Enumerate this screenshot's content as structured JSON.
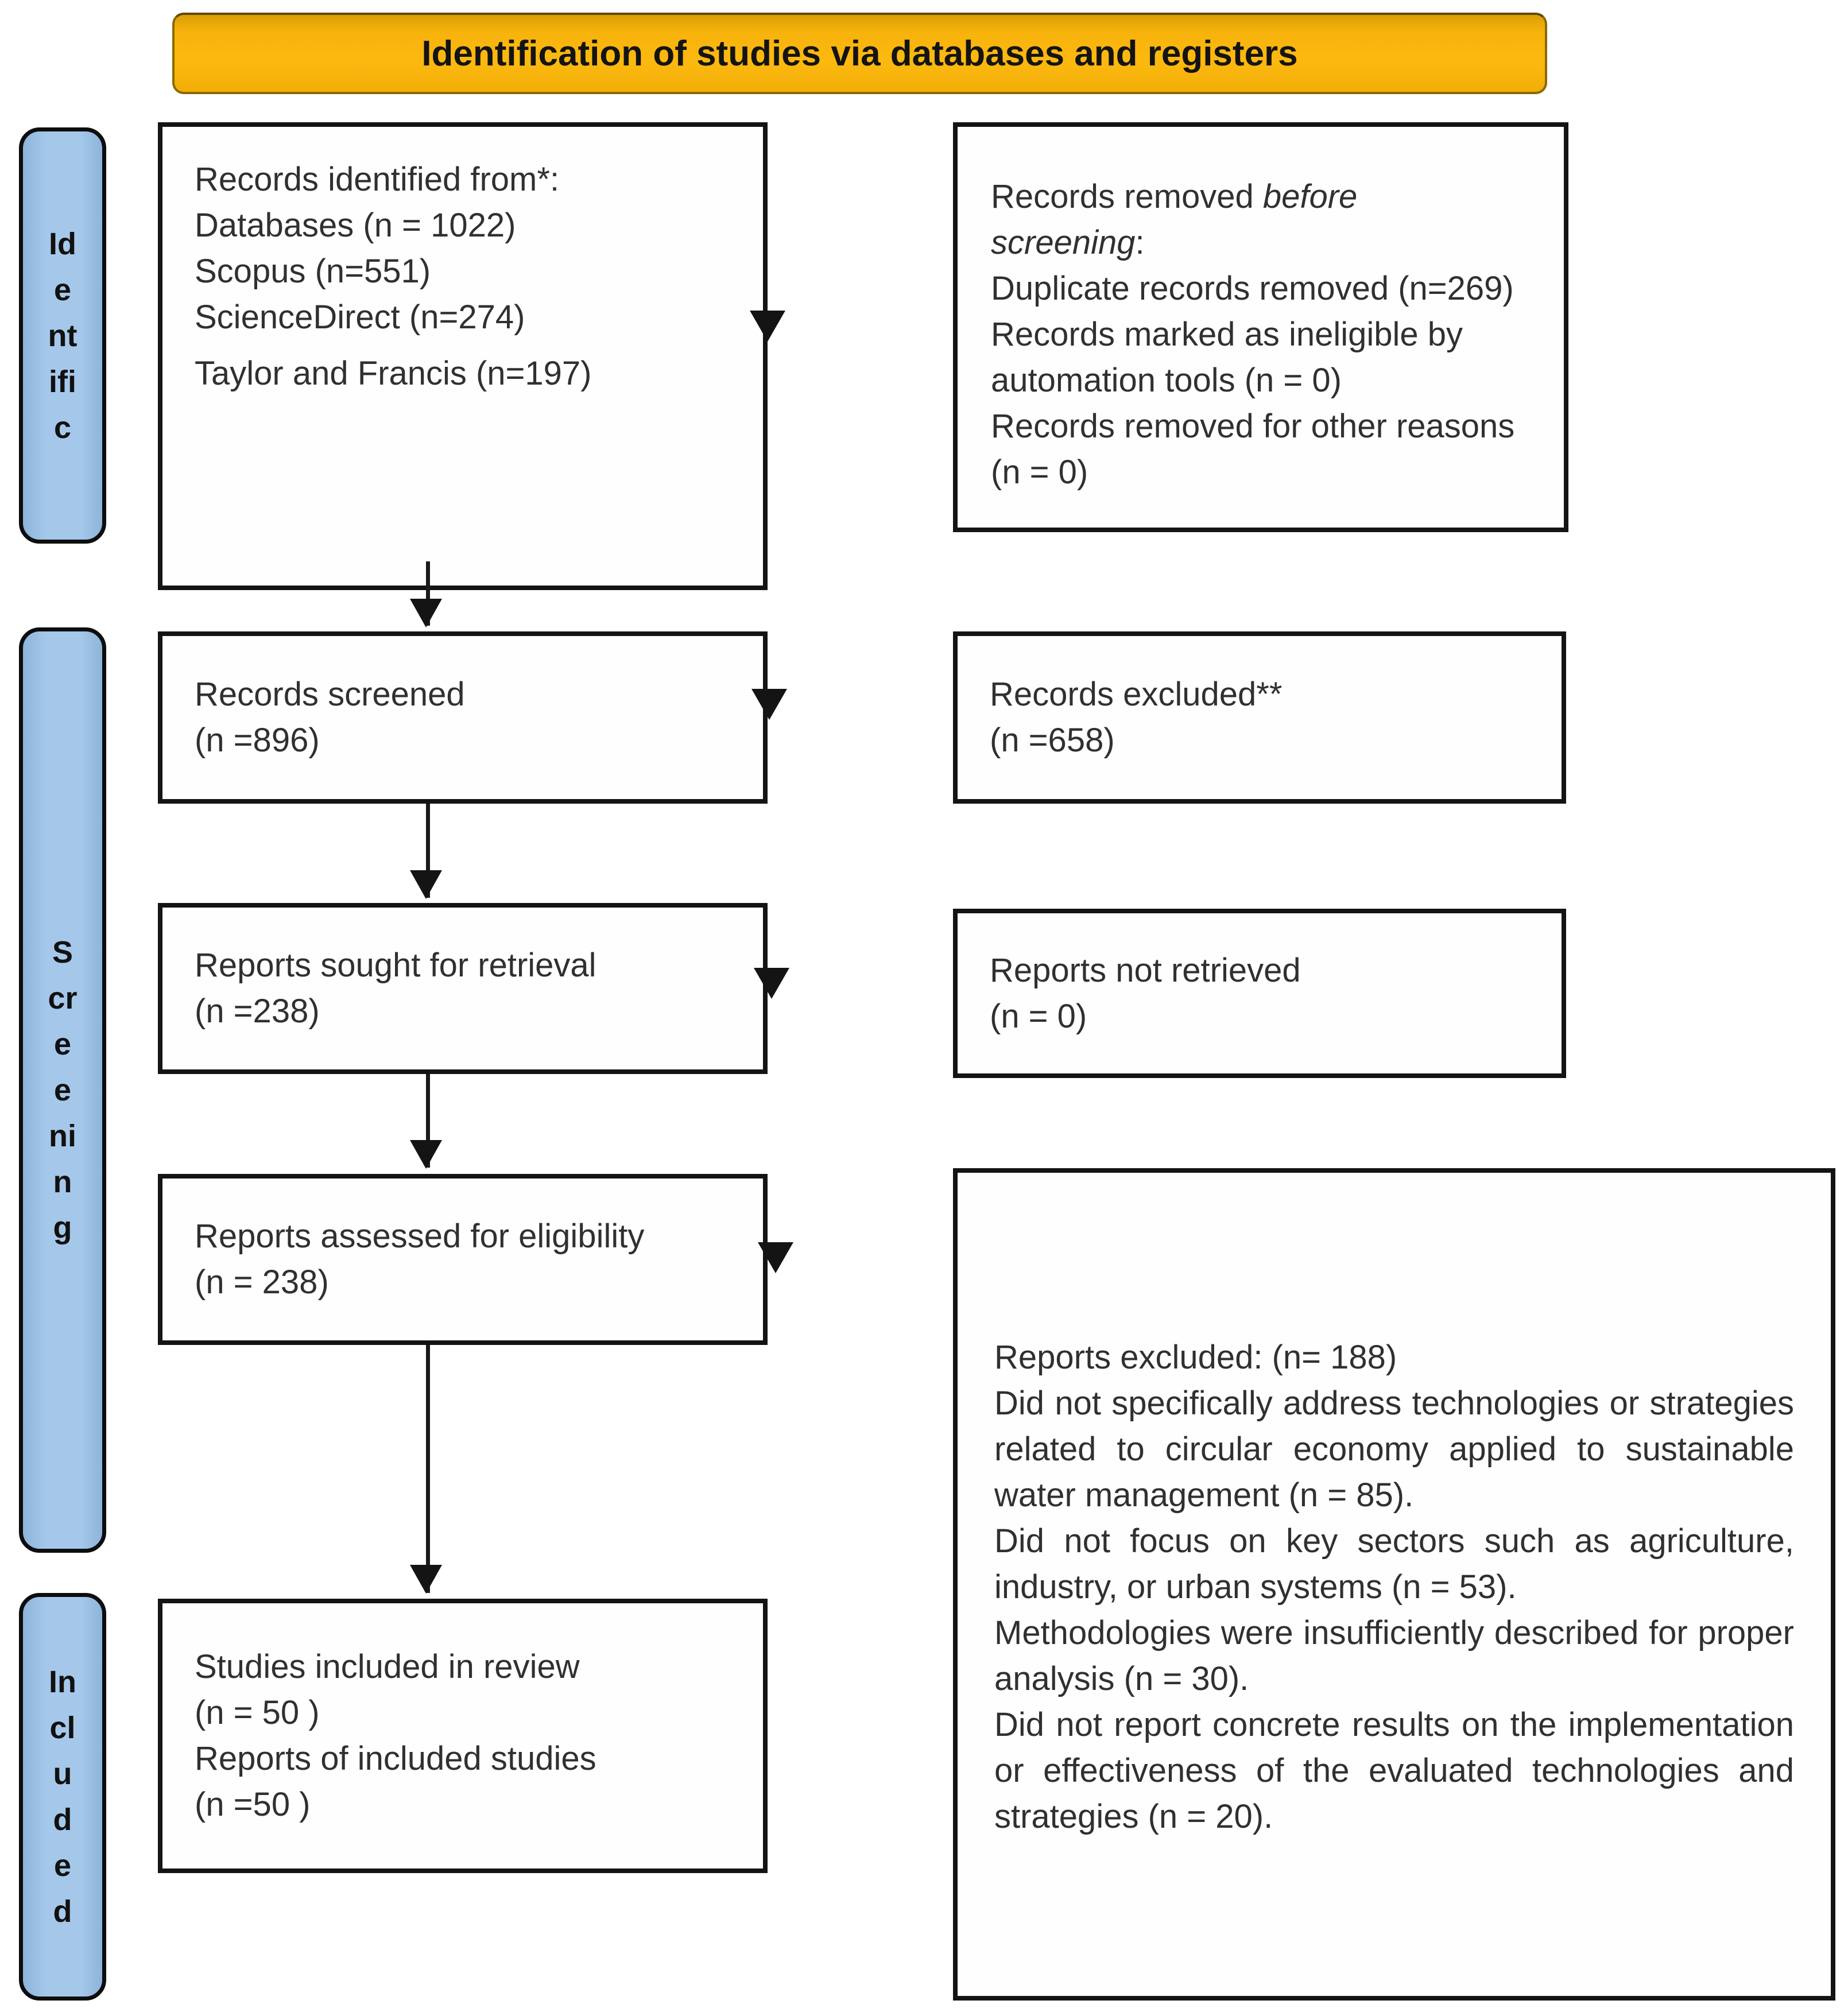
{
  "banner": {
    "title": "Identification of studies via databases and registers"
  },
  "sidebar": {
    "identification_label": "Identific",
    "screening_label": "Screening",
    "included_label": "Included"
  },
  "colors": {
    "banner_fill": "#FCB90F",
    "banner_border": "#8A6A00",
    "sidebar_fill": "#A5C8EA",
    "box_background": "#FFFFFF",
    "box_border": "#141414"
  },
  "boxes": {
    "records_identified": {
      "lines": [
        "Records identified from*:",
        "Databases (n = 1022)",
        "Scopus (n=551)",
        "ScienceDirect (n=274)",
        "Taylor and Francis (n=197)"
      ]
    },
    "records_removed": {
      "pre": "Records removed ",
      "italic_line1": "before",
      "italic_line2": "screening",
      "post": ":",
      "items": [
        "Duplicate records removed (n=269)",
        "Records marked as ineligible by automation tools (n = 0)",
        "Records removed for other reasons  (n = 0)"
      ]
    },
    "records_screened": {
      "line1": "Records screened",
      "line2": "(n =896)"
    },
    "records_excluded": {
      "line1": "Records excluded**",
      "line2": "(n =658)"
    },
    "reports_sought": {
      "line1": "Reports sought for retrieval",
      "line2": "(n =238)"
    },
    "reports_not_retrieved": {
      "line1": "Reports not retrieved",
      "line2": "(n = 0)"
    },
    "reports_assessed": {
      "line1": "Reports assessed for eligibility",
      "line2": "(n = 238)"
    },
    "studies_included": {
      "lines": [
        "Studies included in review",
        "(n = 50 )",
        "Reports of included studies",
        "(n =50 )"
      ]
    },
    "reports_excluded_detail": {
      "title": "Reports excluded: (n= 188)",
      "reasons": [
        "Did not specifically address technologies or strategies related to circular economy applied to sustainable water management (n = 85).",
        "Did not focus on key sectors such as agriculture, industry, or urban systems (n = 53).",
        "Methodologies were insufficiently described for proper analysis (n = 30).",
        "Did not report concrete results on the implementation or effectiveness of the evaluated technologies and strategies (n = 20)."
      ]
    }
  }
}
